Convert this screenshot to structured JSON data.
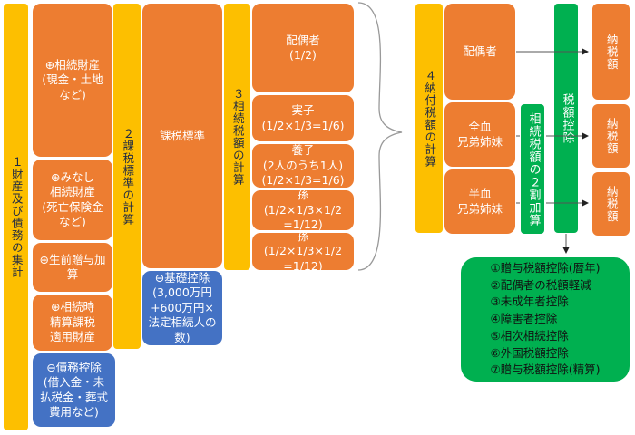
{
  "col1": {
    "label": "１財産及び債務の集計",
    "inheritance": "⊕相続財産\n(現金・土地\nなど)",
    "deemed": "⊕みなし\n相続財産\n(死亡保険金\nなど)",
    "lifetime_gift": "⊕生前贈与加\n算",
    "settlement": "⊕相続時\n精算課税\n適用財産",
    "debts": "⊖債務控除\n(借入金・未\n払税金・葬式\n費用など)"
  },
  "col2": {
    "label": "２課税標準の計算",
    "tax_base": "課税標準",
    "basic_deduction": "⊖基礎控除\n(3,000万円\n+600万円×\n法定相続人の\n数)"
  },
  "col3": {
    "label": "３相続税額の計算",
    "spouse": "配偶者\n(1/2)",
    "child": "実子\n(1/2×1/3=1/6)",
    "adopted": "養子\n(2人のうち1人)\n(1/2×1/3=1/6)",
    "grandchild1": "孫\n(1/2×1/3×1/2\n=1/12)",
    "grandchild2": "孫\n(1/2×1/3×1/2\n=1/12)"
  },
  "col4": {
    "label": "４納付税額の計算",
    "spouse": "配偶者",
    "full_sibling": "全血\n兄弟姉妹",
    "half_sibling": "半血\n兄弟姉妹",
    "surcharge": "相続税額の２割加算",
    "tax_credit": "税額控除",
    "payable": [
      "納税額",
      "納税額",
      "納税額"
    ],
    "deductions": "①贈与税額控除(暦年)\n②配偶者の税額軽減\n③未成年者控除\n④障害者控除\n⑤相次相続控除\n⑥外国税額控除\n⑦贈与税額控除(精算)"
  },
  "colors": {
    "yellow": "#fdbf00",
    "orange": "#ed7d31",
    "blue": "#4472c4",
    "green": "#00b050"
  }
}
